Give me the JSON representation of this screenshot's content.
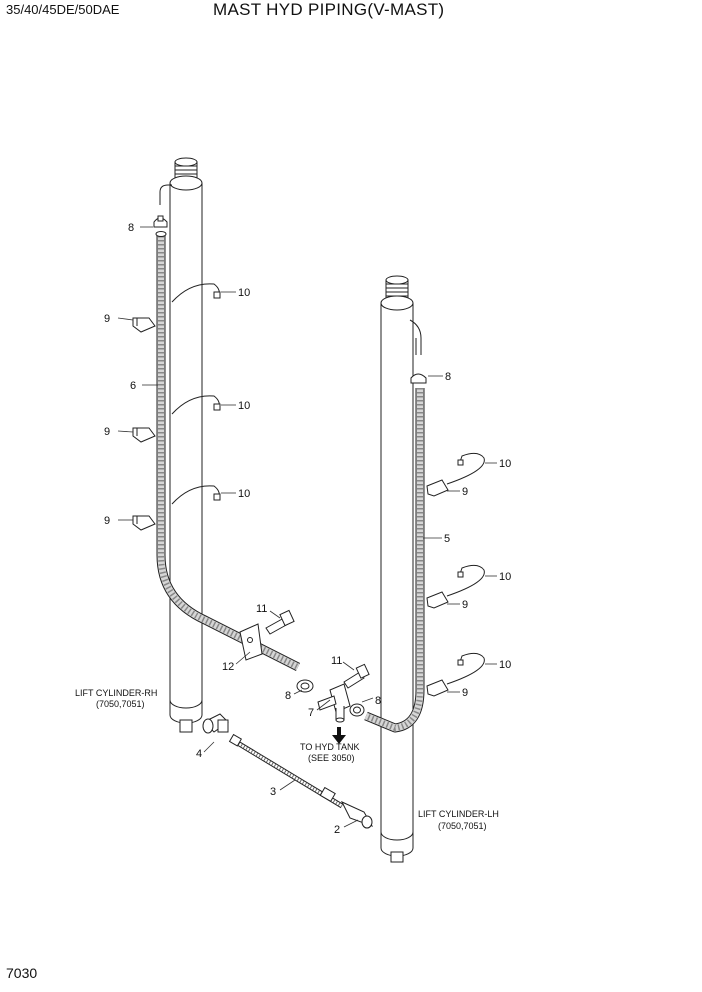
{
  "header": {
    "model": "35/40/45DE/50DAE",
    "title": "MAST HYD PIPING(V-MAST)"
  },
  "footer": {
    "page_number": "7030"
  },
  "labels": {
    "lift_rh_name": "LIFT CYLINDER-RH",
    "lift_rh_ref": "(7050,7051)",
    "lift_lh_name": "LIFT CYLINDER-LH",
    "lift_lh_ref": "(7050,7051)",
    "tank_line1": "TO HYD TANK",
    "tank_line2": "(SEE 3050)"
  },
  "callouts": {
    "c2": "2",
    "c3": "3",
    "c4": "4",
    "c5": "5",
    "c6": "6",
    "c7": "7",
    "c8a": "8",
    "c8b": "8",
    "c8c": "8",
    "c8d": "8",
    "c9a": "9",
    "c9b": "9",
    "c9c": "9",
    "c9d": "9",
    "c9e": "9",
    "c9f": "9",
    "c10a": "10",
    "c10b": "10",
    "c10c": "10",
    "c10d": "10",
    "c10e": "10",
    "c10f": "10",
    "c11a": "11",
    "c11b": "11",
    "c12": "12"
  }
}
